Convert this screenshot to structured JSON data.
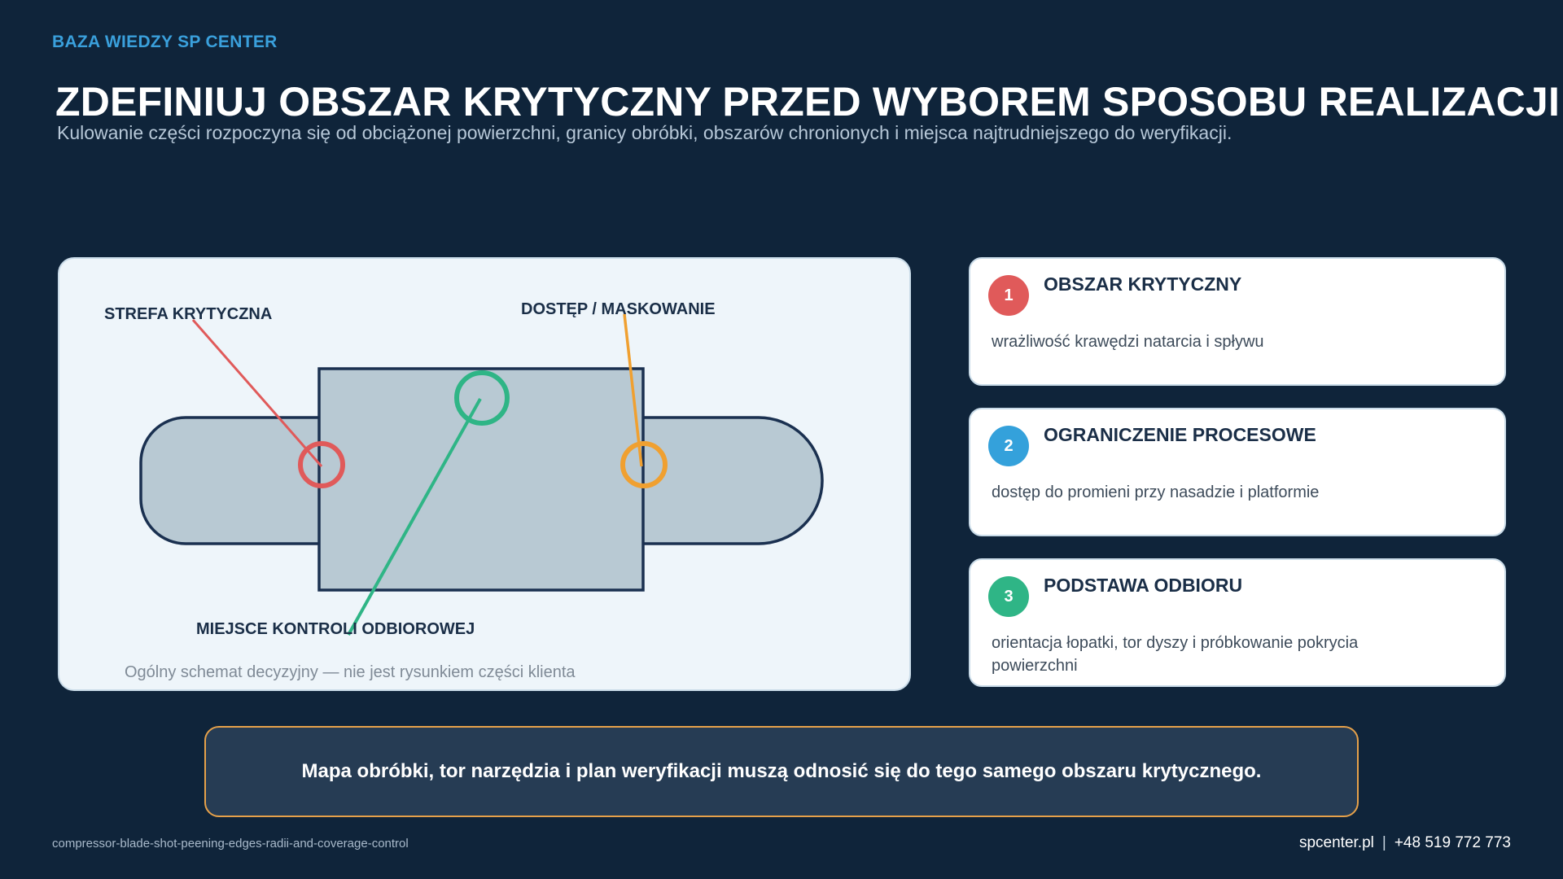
{
  "header": {
    "brand": "BAZA WIEDZY SP CENTER",
    "title": "ZDEFINIUJ OBSZAR KRYTYCZNY PRZED WYBOREM SPOSOBU REALIZACJI",
    "subtitle": "Kulowanie części rozpoczyna się od obciążonej powierzchni, granicy obróbki, obszarów chronionych i miejsca najtrudniejszego do weryfikacji."
  },
  "diagram": {
    "labels": {
      "critical_zone": "STREFA KRYTYCZNA",
      "access_masking": "DOSTĘP / MASKOWANIE",
      "inspection_point": "MIEJSCE KONTROLI ODBIOROWEJ"
    },
    "caption": "Ogólny schemat decyzyjny — nie jest rysunkiem części klienta",
    "colors": {
      "critical": "#e05a5a",
      "access": "#f0a030",
      "inspection": "#2fb586",
      "part_fill": "#b8c9d3",
      "part_stroke": "#1a3050"
    }
  },
  "cards": [
    {
      "number": "1",
      "title": "OBSZAR KRYTYCZNY",
      "desc": "wrażliwość krawędzi natarcia i spływu",
      "color": "#e05a5a"
    },
    {
      "number": "2",
      "title": "OGRANICZENIE PROCESOWE",
      "desc": "dostęp do promieni przy nasadzie i platformie",
      "color": "#34a1db"
    },
    {
      "number": "3",
      "title": "PODSTAWA ODBIORU",
      "desc": "orientacja łopatki, tor dyszy i próbkowanie pokrycia powierzchni",
      "color": "#2fb586"
    }
  ],
  "callout": {
    "text": "Mapa obróbki, tor narzędzia i plan weryfikacji muszą odnosić się do tego samego obszaru krytycznego."
  },
  "footer": {
    "slug": "compressor-blade-shot-peening-edges-radii-and-coverage-control",
    "website": "spcenter.pl",
    "separator": "|",
    "phone": "+48 519 772 773"
  }
}
